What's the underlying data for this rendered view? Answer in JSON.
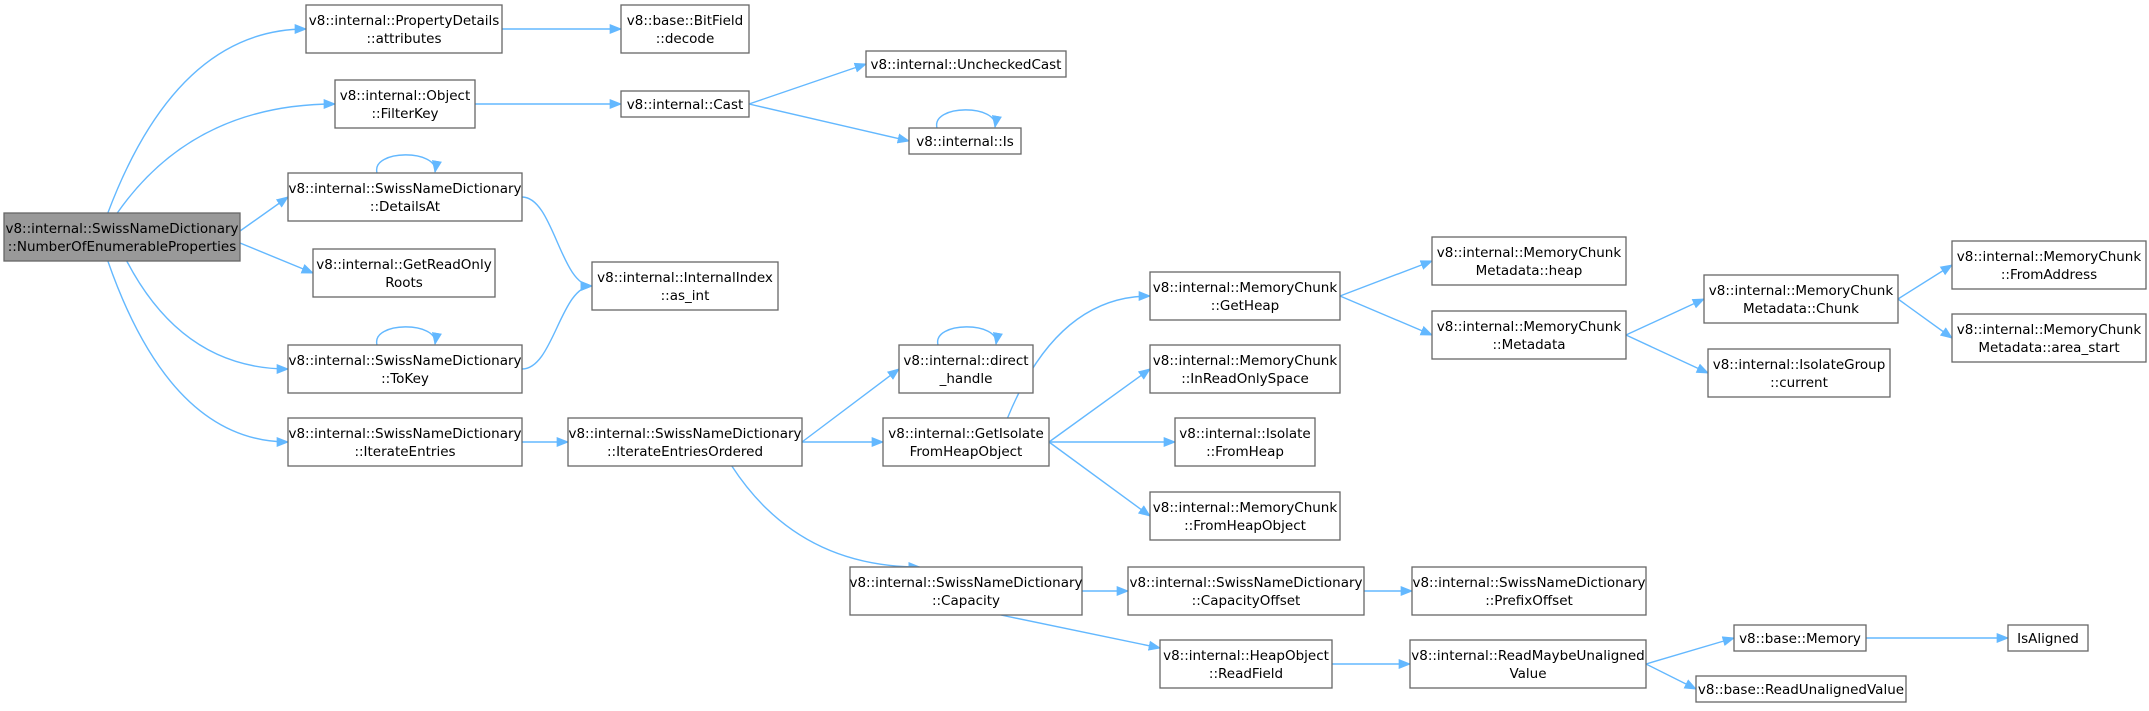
{
  "nodes": [
    {
      "id": "root",
      "lines": [
        "v8::internal::SwissNameDictionary",
        "::NumberOfEnumerableProperties"
      ],
      "highlight": true
    },
    {
      "id": "pd_attr",
      "lines": [
        "v8::internal::PropertyDetails",
        "::attributes"
      ]
    },
    {
      "id": "bitfield",
      "lines": [
        "v8::base::BitField",
        "::decode"
      ]
    },
    {
      "id": "filterkey",
      "lines": [
        "v8::internal::Object",
        "::FilterKey"
      ]
    },
    {
      "id": "cast",
      "lines": [
        "v8::internal::Cast"
      ]
    },
    {
      "id": "unchecked",
      "lines": [
        "v8::internal::UncheckedCast"
      ]
    },
    {
      "id": "is",
      "lines": [
        "v8::internal::Is"
      ]
    },
    {
      "id": "detailsat",
      "lines": [
        "v8::internal::SwissNameDictionary",
        "::DetailsAt"
      ]
    },
    {
      "id": "getro",
      "lines": [
        "v8::internal::GetReadOnly",
        "Roots"
      ]
    },
    {
      "id": "asint",
      "lines": [
        "v8::internal::InternalIndex",
        "::as_int"
      ]
    },
    {
      "id": "tokey",
      "lines": [
        "v8::internal::SwissNameDictionary",
        "::ToKey"
      ]
    },
    {
      "id": "iterent",
      "lines": [
        "v8::internal::SwissNameDictionary",
        "::IterateEntries"
      ]
    },
    {
      "id": "iterord",
      "lines": [
        "v8::internal::SwissNameDictionary",
        "::IterateEntriesOrdered"
      ]
    },
    {
      "id": "directh",
      "lines": [
        "v8::internal::direct",
        "_handle"
      ]
    },
    {
      "id": "getiso",
      "lines": [
        "v8::internal::GetIsolate",
        "FromHeapObject"
      ]
    },
    {
      "id": "getheap",
      "lines": [
        "v8::internal::MemoryChunk",
        "::GetHeap"
      ]
    },
    {
      "id": "inro",
      "lines": [
        "v8::internal::MemoryChunk",
        "::InReadOnlySpace"
      ]
    },
    {
      "id": "isofh",
      "lines": [
        "v8::internal::Isolate",
        "::FromHeap"
      ]
    },
    {
      "id": "mcfho",
      "lines": [
        "v8::internal::MemoryChunk",
        "::FromHeapObject"
      ]
    },
    {
      "id": "mcmheap",
      "lines": [
        "v8::internal::MemoryChunk",
        "Metadata::heap"
      ]
    },
    {
      "id": "mcmeta",
      "lines": [
        "v8::internal::MemoryChunk",
        "::Metadata"
      ]
    },
    {
      "id": "mcmchunk",
      "lines": [
        "v8::internal::MemoryChunk",
        "Metadata::Chunk"
      ]
    },
    {
      "id": "isogrp",
      "lines": [
        "v8::internal::IsolateGroup",
        "::current"
      ]
    },
    {
      "id": "mcfa",
      "lines": [
        "v8::internal::MemoryChunk",
        "::FromAddress"
      ]
    },
    {
      "id": "mcas",
      "lines": [
        "v8::internal::MemoryChunk",
        "Metadata::area_start"
      ]
    },
    {
      "id": "capacity",
      "lines": [
        "v8::internal::SwissNameDictionary",
        "::Capacity"
      ]
    },
    {
      "id": "capoff",
      "lines": [
        "v8::internal::SwissNameDictionary",
        "::CapacityOffset"
      ]
    },
    {
      "id": "prefoff",
      "lines": [
        "v8::internal::SwissNameDictionary",
        "::PrefixOffset"
      ]
    },
    {
      "id": "readfield",
      "lines": [
        "v8::internal::HeapObject",
        "::ReadField"
      ]
    },
    {
      "id": "readmaybe",
      "lines": [
        "v8::internal::ReadMaybeUnaligned",
        "Value"
      ]
    },
    {
      "id": "basemem",
      "lines": [
        "v8::base::Memory"
      ]
    },
    {
      "id": "isaligned",
      "lines": [
        "IsAligned"
      ]
    },
    {
      "id": "readunal",
      "lines": [
        "v8::base::ReadUnalignedValue"
      ]
    }
  ],
  "edges": [
    [
      "root",
      "pd_attr"
    ],
    [
      "root",
      "filterkey"
    ],
    [
      "root",
      "detailsat"
    ],
    [
      "root",
      "getro"
    ],
    [
      "root",
      "tokey"
    ],
    [
      "root",
      "iterent"
    ],
    [
      "pd_attr",
      "bitfield"
    ],
    [
      "filterkey",
      "cast"
    ],
    [
      "cast",
      "unchecked"
    ],
    [
      "cast",
      "is"
    ],
    [
      "is",
      "is"
    ],
    [
      "detailsat",
      "detailsat"
    ],
    [
      "detailsat",
      "asint"
    ],
    [
      "tokey",
      "tokey"
    ],
    [
      "tokey",
      "asint"
    ],
    [
      "iterent",
      "iterord"
    ],
    [
      "iterord",
      "directh"
    ],
    [
      "directh",
      "directh"
    ],
    [
      "iterord",
      "getiso"
    ],
    [
      "iterord",
      "capacity"
    ],
    [
      "getiso",
      "getheap"
    ],
    [
      "getiso",
      "inro"
    ],
    [
      "getiso",
      "isofh"
    ],
    [
      "getiso",
      "mcfho"
    ],
    [
      "getheap",
      "mcmheap"
    ],
    [
      "getheap",
      "mcmeta"
    ],
    [
      "mcmeta",
      "mcmchunk"
    ],
    [
      "mcmeta",
      "isogrp"
    ],
    [
      "mcmchunk",
      "mcfa"
    ],
    [
      "mcmchunk",
      "mcas"
    ],
    [
      "capacity",
      "capoff"
    ],
    [
      "capoff",
      "prefoff"
    ],
    [
      "capacity",
      "readfield"
    ],
    [
      "readfield",
      "readmaybe"
    ],
    [
      "readmaybe",
      "basemem"
    ],
    [
      "readmaybe",
      "readunal"
    ],
    [
      "basemem",
      "isaligned"
    ]
  ]
}
